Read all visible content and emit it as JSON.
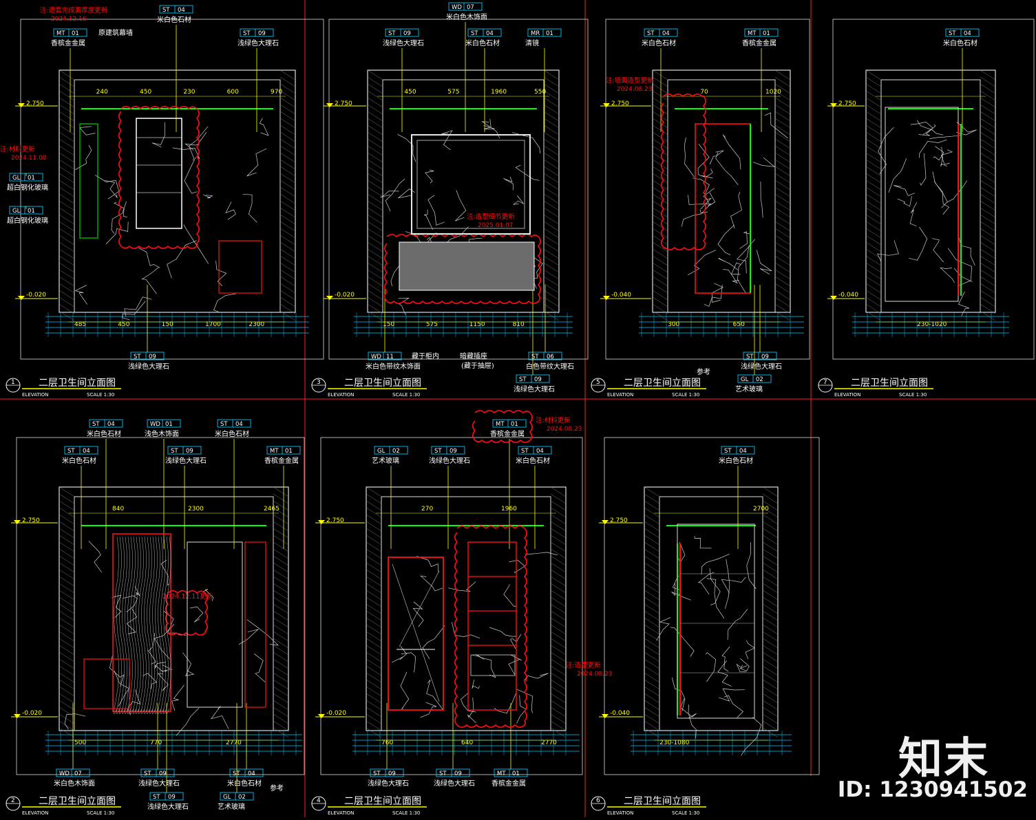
{
  "page": {
    "watermark_logo": "知末",
    "watermark_id": "ID: 1230941502"
  },
  "colors": {
    "frame": "#ff2020",
    "line": "#ffffff",
    "tag": "#00c8ff",
    "dim": "#ffff00",
    "green": "#00ff00",
    "revision": "#ff1010",
    "fill": "#6c6c6c"
  },
  "panels": [
    {
      "id": "p1",
      "num": "1",
      "title": "二层卫生间立面图",
      "sub": "ELEVATION",
      "scale": "SCALE  1:30",
      "callouts": [
        {
          "code": "ST",
          "num": "04",
          "desc": "米白色石材"
        },
        {
          "code": "MT",
          "num": "01",
          "desc": "香槟金金属"
        },
        {
          "code": "",
          "num": "",
          "desc": "原建筑幕墙"
        },
        {
          "code": "ST",
          "num": "09",
          "desc": "浅绿色大理石"
        },
        {
          "code": "GL",
          "num": "01",
          "desc": "超白钢化玻璃"
        },
        {
          "code": "GL",
          "num": "01",
          "desc": "超白钢化玻璃"
        },
        {
          "code": "ST",
          "num": "09",
          "desc": "浅绿色大理石"
        }
      ],
      "notes": [
        {
          "text": "注:遮套完成面厚度更新",
          "date": "2024.12.16"
        },
        {
          "text": "注:材料更新",
          "date": "2024.11.08"
        }
      ],
      "dims": [
        "485",
        "240",
        "450",
        "450",
        "150",
        "230",
        "1700",
        "600",
        "2300",
        "970",
        "2.750",
        "-0.020"
      ]
    },
    {
      "id": "p3",
      "num": "3",
      "title": "二层卫生间立面图",
      "sub": "ELEVATION",
      "scale": "SCALE  1:30",
      "callouts": [
        {
          "code": "WD",
          "num": "07",
          "desc": "米白色木饰面"
        },
        {
          "code": "ST",
          "num": "09",
          "desc": "浅绿色大理石"
        },
        {
          "code": "ST",
          "num": "04",
          "desc": "米白色石材"
        },
        {
          "code": "MR",
          "num": "01",
          "desc": "清镜"
        },
        {
          "code": "WD",
          "num": "11",
          "desc": "米白色带纹木饰面"
        },
        {
          "code": "",
          "num": "",
          "desc": "藏于柜内"
        },
        {
          "code": "",
          "num": "",
          "desc": "暗藏插座"
        },
        {
          "code": "",
          "num": "",
          "desc": "(藏于抽屉)"
        },
        {
          "code": "ST",
          "num": "06",
          "desc": "白色带纹大理石"
        },
        {
          "code": "ST",
          "num": "09",
          "desc": "浅绿色大理石"
        }
      ],
      "notes": [
        {
          "text": "注:造型细节更新",
          "date": "2025.01.07"
        }
      ],
      "dims": [
        "150",
        "450",
        "575",
        "575",
        "1150",
        "1960",
        "810",
        "550",
        "2.750",
        "-0.020"
      ]
    },
    {
      "id": "p5",
      "num": "5",
      "title": "二层卫生间立面图",
      "sub": "ELEVATION",
      "scale": "SCALE  1:30",
      "callouts": [
        {
          "code": "ST",
          "num": "04",
          "desc": "米白色石材"
        },
        {
          "code": "MT",
          "num": "01",
          "desc": "香槟金金属"
        },
        {
          "code": "ST",
          "num": "09",
          "desc": "浅绿色大理石"
        },
        {
          "code": "GL",
          "num": "02",
          "desc": "艺术玻璃"
        },
        {
          "code": "",
          "num": "",
          "desc": "参考"
        }
      ],
      "notes": [
        {
          "text": "注:墙面造型更新",
          "date": "2024.08.23"
        }
      ],
      "dims": [
        "300",
        "70",
        "650",
        "1020",
        "2.750",
        "-0.040"
      ]
    },
    {
      "id": "p7",
      "num": "7",
      "title": "二层卫生间立面图",
      "sub": "ELEVATION",
      "scale": "SCALE  1:30",
      "callouts": [
        {
          "code": "ST",
          "num": "04",
          "desc": "米白色石材"
        }
      ],
      "notes": [],
      "dims": [
        "230-1020",
        "2.750",
        "-0.040"
      ]
    },
    {
      "id": "p2",
      "num": "2",
      "title": "二层卫生间立面图",
      "sub": "ELEVATION",
      "scale": "SCALE  1:30",
      "callouts": [
        {
          "code": "ST",
          "num": "04",
          "desc": "米白色石材"
        },
        {
          "code": "WD",
          "num": "01",
          "desc": "浅色木饰面"
        },
        {
          "code": "ST",
          "num": "04",
          "desc": "米白色石材"
        },
        {
          "code": "ST",
          "num": "04",
          "desc": "米白色石材"
        },
        {
          "code": "ST",
          "num": "09",
          "desc": "浅绿色大理石"
        },
        {
          "code": "MT",
          "num": "01",
          "desc": "香槟金金属"
        },
        {
          "code": "WD",
          "num": "07",
          "desc": "米白色木饰面"
        },
        {
          "code": "ST",
          "num": "09",
          "desc": "浅绿色大理石"
        },
        {
          "code": "ST",
          "num": "09",
          "desc": "浅绿色大理石"
        },
        {
          "code": "ST",
          "num": "04",
          "desc": "米白色石材"
        },
        {
          "code": "GL",
          "num": "02",
          "desc": "艺术玻璃"
        },
        {
          "code": "",
          "num": "",
          "desc": "参考"
        }
      ],
      "notes": [
        {
          "text": "2024.12.11更新",
          "date": ""
        }
      ],
      "dims": [
        "500",
        "840",
        "770",
        "2300",
        "2770",
        "2465",
        "2.750",
        "-0.020"
      ]
    },
    {
      "id": "p4",
      "num": "4",
      "title": "二层卫生间立面图",
      "sub": "ELEVATION",
      "scale": "SCALE  1:30",
      "callouts": [
        {
          "code": "MT",
          "num": "01",
          "desc": "香槟金金属"
        },
        {
          "code": "GL",
          "num": "02",
          "desc": "艺术玻璃"
        },
        {
          "code": "ST",
          "num": "09",
          "desc": "浅绿色大理石"
        },
        {
          "code": "ST",
          "num": "04",
          "desc": "米白色石材"
        },
        {
          "code": "ST",
          "num": "09",
          "desc": "浅绿色大理石"
        },
        {
          "code": "ST",
          "num": "09",
          "desc": "浅绿色大理石"
        },
        {
          "code": "MT",
          "num": "01",
          "desc": "香槟金金属"
        }
      ],
      "notes": [
        {
          "text": "注:材料更新",
          "date": "2024.08.23"
        },
        {
          "text": "注:造型更新",
          "date": "2024.08.23"
        }
      ],
      "dims": [
        "760",
        "270",
        "640",
        "1960",
        "2770",
        "2.750",
        "-0.020"
      ]
    },
    {
      "id": "p6",
      "num": "6",
      "title": "二层卫生间立面图",
      "sub": "ELEVATION",
      "scale": "SCALE  1:30",
      "callouts": [
        {
          "code": "ST",
          "num": "04",
          "desc": "米白色石材"
        }
      ],
      "notes": [],
      "dims": [
        "230-1080",
        "2700",
        "2.750",
        "-0.040"
      ]
    }
  ]
}
